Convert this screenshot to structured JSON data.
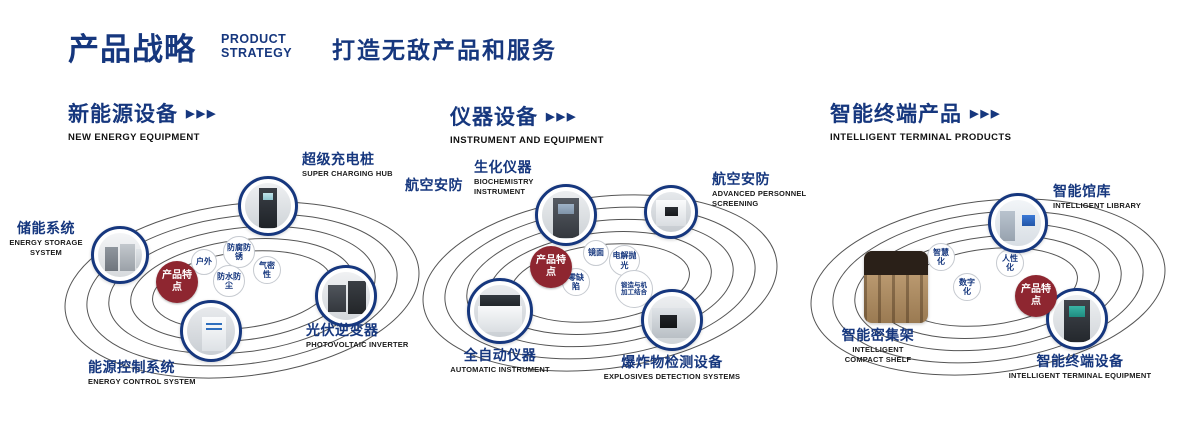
{
  "header": {
    "title": "产品战略",
    "en_line1": "PRODUCT",
    "en_line2": "STRATEGY",
    "slogan": "打造无敌产品和服务"
  },
  "arrow_icon": "▶▶▶",
  "colors": {
    "primary_blue": "#16377e",
    "badge_red": "#8e2630",
    "orbit_line": "#555555",
    "background": "#ffffff"
  },
  "sections": [
    {
      "title": "新能源设备",
      "subtitle": "NEW ENERGY EQUIPMENT",
      "badge_label": "产品特点",
      "features": [
        "户外",
        "防腐防锈",
        "气密性",
        "防水防尘"
      ],
      "products": [
        {
          "name": "储能系统",
          "en": "ENERGY STORAGE SYSTEM"
        },
        {
          "name": "超级充电桩",
          "en": "SUPER CHARGING HUB"
        },
        {
          "name": "光伏逆变器",
          "en": "PHOTOVOLTAIC INVERTER"
        },
        {
          "name": "能源控制系统",
          "en": "ENERGY CONTROL SYSTEM"
        }
      ]
    },
    {
      "title": "仪器设备",
      "subtitle": "INSTRUMENT AND EQUIPMENT",
      "side_label": "航空安防",
      "badge_label": "产品特点",
      "features": [
        "镜面",
        "电解抛光",
        "零缺陷",
        "锻造与机加工结合"
      ],
      "products": [
        {
          "name": "生化仪器",
          "en": "BIOCHEMISTRY INSTRUMENT"
        },
        {
          "name": "航空安防",
          "en": "ADVANCED PERSONNEL SCREENING"
        },
        {
          "name": "全自动仪器",
          "en": "AUTOMATIC INSTRUMENT"
        },
        {
          "name": "爆炸物检测设备",
          "en": "EXPLOSIVES DETECTION SYSTEMS"
        }
      ]
    },
    {
      "title": "智能终端产品",
      "subtitle": "INTELLIGENT TERMINAL PRODUCTS",
      "badge_label": "产品特点",
      "features": [
        "智慧化",
        "人性化",
        "数字化"
      ],
      "products": [
        {
          "name": "智能馆库",
          "en": "INTELLIGENT LIBRARY"
        },
        {
          "name": "智能密集架",
          "en": "INTELLIGENT COMPACT SHELF"
        },
        {
          "name": "智能终端设备",
          "en": "INTELLIGENT TERMINAL EQUIPMENT"
        }
      ]
    }
  ]
}
